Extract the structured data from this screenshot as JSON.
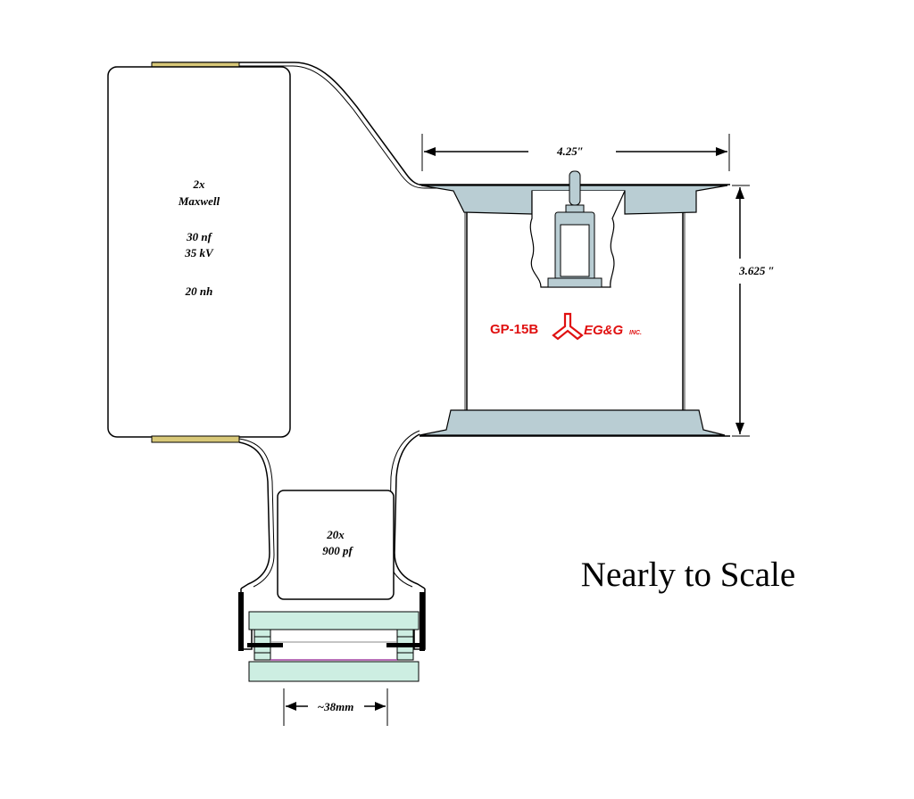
{
  "capacitor": {
    "lines": [
      "2x",
      "Maxwell",
      "30 nf",
      "35 kV",
      "20 nh"
    ]
  },
  "small_capacitor": {
    "lines": [
      "20x",
      "900 pf"
    ]
  },
  "switch": {
    "part_number": "GP-15B",
    "maker": "EG&G",
    "maker_suffix": "INC."
  },
  "dimensions": {
    "width": "4.25″",
    "height": "3.625 ″",
    "gap": "~38mm"
  },
  "note": "Nearly to Scale",
  "colors": {
    "steel": "#b9cdd3",
    "contact": "#d8c878",
    "plate": "#cdeee2",
    "brand": "#e01010"
  }
}
